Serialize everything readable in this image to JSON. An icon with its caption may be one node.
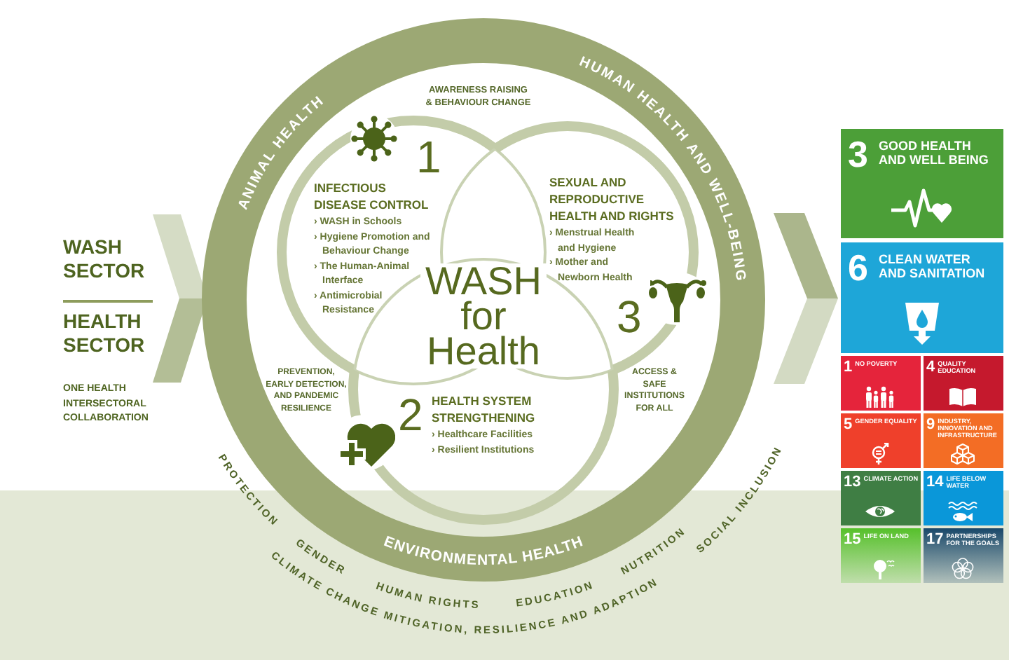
{
  "diagram": {
    "title": "WASH for Health",
    "nodes": [
      {
        "text": [
          "WASH SECTOR",
          "HEALTH SECTOR",
          "ONE HEALTH INTERSECTORAL COLLABORATION"
        ]
      },
      {
        "text": [
          "ANIMAL HEALTH",
          "HUMAN HEALTH AND WELL-BEING",
          "ENVIRONMENTAL HEALTH"
        ]
      },
      {
        "text": [
          "1",
          "INFECTIOUS DISEASE CONTROL",
          "› WASH in Schools",
          "› Hygiene Promotion and Behaviour Change",
          "› The Human-Animal Interface",
          "› Antimicrobial Resistance"
        ],
        "in": 1
      },
      {
        "text": [
          "SEXUAL AND REPRODUCTIVE HEALTH AND RIGHTS",
          "› Menstrual Health and Hygiene",
          "› Mother and Newborn Health",
          "3"
        ],
        "in": 1
      },
      {
        "text": [
          "2",
          "HEALTH SYSTEM STRENGTHENING",
          "› Healthcare Facilities",
          "› Resilient Institutions"
        ],
        "in": 1
      },
      {
        "text": [
          "3",
          "GOOD HEALTH AND WELL BEING"
        ]
      },
      {
        "text": [
          "6",
          "CLEAN WATER AND SANITATION"
        ]
      },
      {
        "text": [
          "1",
          "NO POVERTY"
        ]
      },
      {
        "text": [
          "4",
          "QUALITY EDUCATION"
        ]
      },
      {
        "text": [
          "5",
          "GENDER EQUALITY"
        ]
      },
      {
        "text": [
          "9",
          "INDUSTRY, INNOVATION AND INFRASTRUCTURE"
        ]
      },
      {
        "text": [
          "13",
          "CLIMATE ACTION"
        ]
      },
      {
        "text": [
          "14",
          "LIFE BELOW WATER"
        ]
      },
      {
        "text": [
          "15",
          "LIFE ON LAND"
        ]
      },
      {
        "text": [
          "17",
          "PARTNERSHIPS FOR THE GOALS"
        ]
      }
    ],
    "edges": [
      {
        "from": 0,
        "to": 1,
        "arrow": "to"
      },
      {
        "from": 1,
        "to": 6,
        "arrow": "to"
      }
    ],
    "labels": [
      "AWARENESS RAISING & BEHAVIOUR CHANGE",
      "PREVENTION, EARLY DETECTION, AND PANDEMIC RESILIENCE",
      "ACCESS & SAFE INSTITUTIONS FOR ALL",
      "PROTECTION",
      "GENDER",
      "HUMAN RIGHTS",
      "EDUCATION",
      "NUTRITION",
      "SOCIAL INCLUSION",
      "CLIMATE CHANGE MITIGATION, RESILIENCE AND ADAPTION"
    ]
  }
}
